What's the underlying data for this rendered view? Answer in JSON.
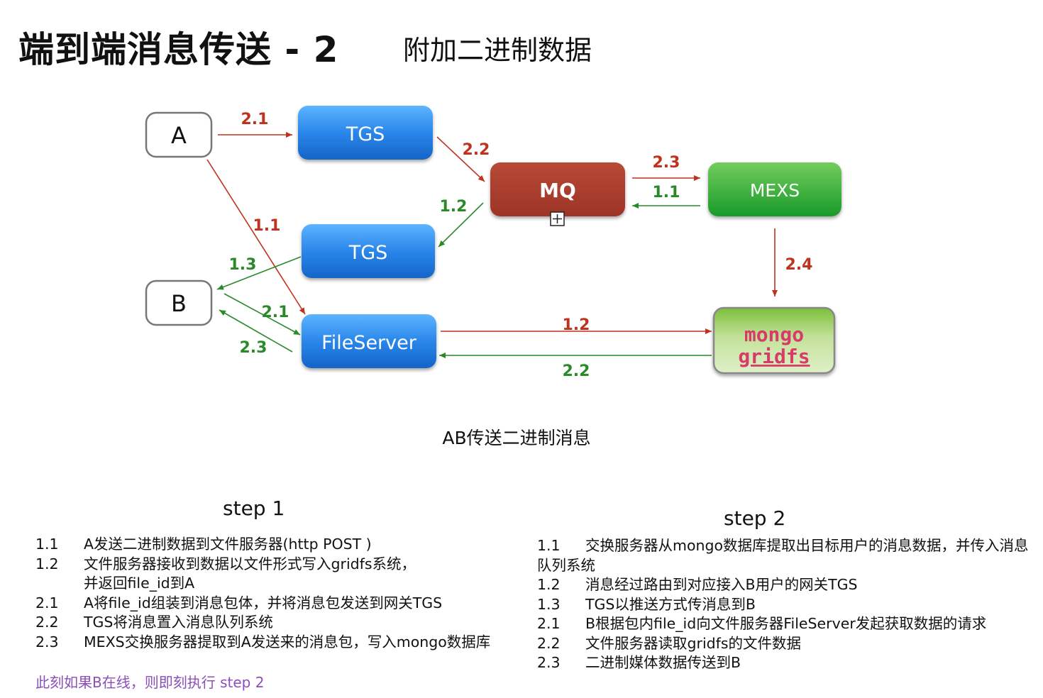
{
  "header": {
    "title": "端到端消息传送 - 2",
    "subtitle": "附加二进制数据"
  },
  "diagram": {
    "nodes": {
      "a": "A",
      "b": "B",
      "tgs_top": "TGS",
      "tgs_mid": "TGS",
      "mq": "MQ",
      "mexs": "MEXS",
      "fileserver": "FileServer",
      "mongo_line1": "mongo",
      "mongo_line2": "gridfs"
    },
    "edges": {
      "a_tgs": "2.1",
      "tgs_mq": "2.2",
      "mq_mexs": "2.3",
      "mexs_mq": "1.1",
      "mq_tgs": "1.2",
      "a_fileserver": "1.1",
      "tgs_b": "1.3",
      "b_fileserver": "2.1",
      "fileserver_b": "2.3",
      "mexs_mongo": "2.4",
      "fileserver_mongo": "1.2",
      "mongo_fileserver": "2.2"
    },
    "colors": {
      "step1_arrow": "#c0321e",
      "step2_arrow": "#2a8a2a",
      "blue_node": "#1a74d8",
      "mq_node": "#a83a2c",
      "mexs_node": "#3aa83a",
      "mongo_node": "#c6e39a",
      "mongo_text": "#d63a6a"
    },
    "caption": "AB传送二进制消息"
  },
  "step1": {
    "title": "step 1",
    "items": [
      {
        "num": "1.1",
        "text": "A发送二进制数据到文件服务器(http POST )"
      },
      {
        "num": "1.2",
        "text": "文件服务器接收到数据以文件形式写入gridfs系统，"
      },
      {
        "num": "",
        "text": "并返回file_id到A"
      },
      {
        "num": "2.1",
        "text": "A将file_id组装到消息包体，并将消息包发送到网关TGS"
      },
      {
        "num": "2.2",
        "text": "TGS将消息置入消息队列系统"
      },
      {
        "num": "2.3",
        "text": "MEXS交换服务器提取到A发送来的消息包，写入mongo数据库"
      }
    ]
  },
  "step2": {
    "title": "step 2",
    "items": [
      {
        "num": "1.1",
        "text": "交换服务器从mongo数据库提取出目标用户的消息数据，并传入消息队列系统"
      },
      {
        "num": "1.2",
        "text": "消息经过路由到对应接入B用户的网关TGS"
      },
      {
        "num": "1.3",
        "text": "TGS以推送方式传消息到B"
      },
      {
        "num": "2.1",
        "text": "B根据包内file_id向文件服务器FileServer发起获取数据的请求"
      },
      {
        "num": "2.2",
        "text": "文件服务器读取gridfs的文件数据"
      },
      {
        "num": "2.3",
        "text": "二进制媒体数据传送到B"
      }
    ]
  },
  "note": "此刻如果B在线，则即刻执行 step 2"
}
